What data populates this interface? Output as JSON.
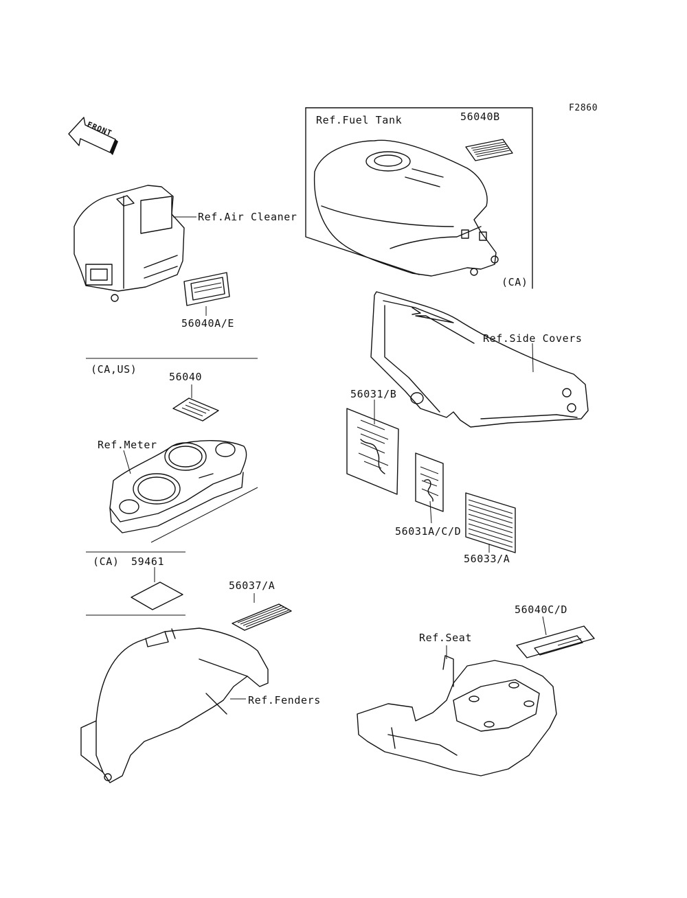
{
  "figure_code": "F2860",
  "front_arrow_text": "FRONT",
  "labels": {
    "fuel_tank": "Ref.Fuel Tank",
    "air_cleaner": "Ref.Air Cleaner",
    "side_covers": "Ref.Side Covers",
    "meter": "Ref.Meter",
    "fenders": "Ref.Fenders",
    "seat": "Ref.Seat"
  },
  "region_notes": {
    "ca_us": "(CA,US)",
    "ca_fuel": "(CA)",
    "ca_bottom": "(CA)"
  },
  "part_numbers": {
    "p56040B": "56040B",
    "p56040AE": "56040A/E",
    "p56040": "56040",
    "p59461": "59461",
    "p56031B": "56031/B",
    "p56031ACD": "56031A/C/D",
    "p56033A": "56033/A",
    "p56037A": "56037/A",
    "p56040CD": "56040C/D"
  }
}
